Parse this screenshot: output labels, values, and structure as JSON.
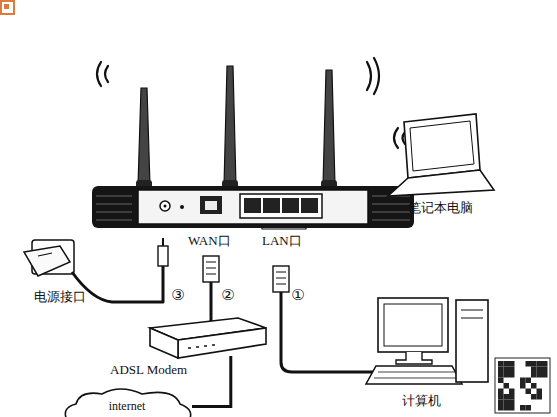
{
  "diagram": {
    "nodes": [
      {
        "text": [
          "ADSL Modem"
        ]
      },
      {
        "text": [
          "internet"
        ]
      }
    ],
    "edges": [
      {
        "from": 0,
        "to": 1,
        "arrow": "none"
      }
    ],
    "labels": [
      "WAN口",
      "LAN口",
      "电源接口",
      "③",
      "②",
      "①",
      "笔记本电脑",
      "计算机"
    ]
  }
}
